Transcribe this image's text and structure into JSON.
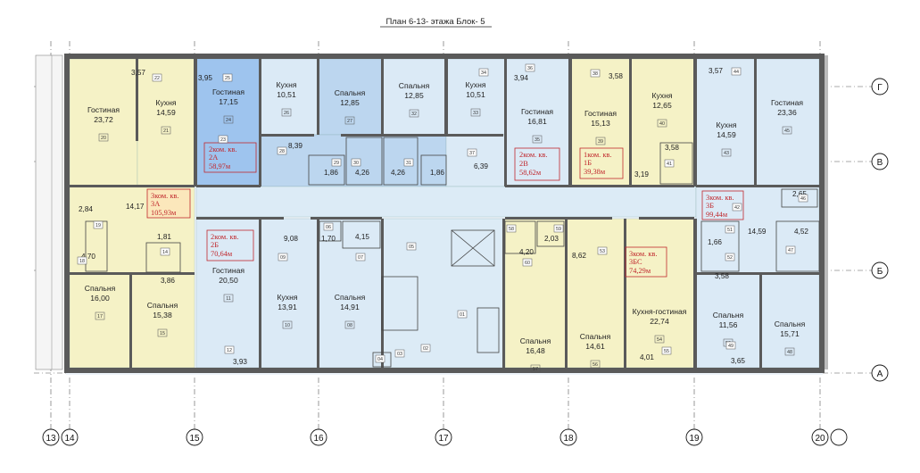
{
  "title": "План 6-13- этажа Блок- 5",
  "colors": {
    "yellow": "#f5f2c6",
    "blue_light": "#dbeaf6",
    "blue_mid": "#bcd6ef",
    "blue_strong": "#9ec4ee",
    "peach": "#fbe7bb",
    "corridor": "#dcebf6",
    "wall": "#5a5a5a",
    "apt_text": "#c0282d"
  },
  "axes": {
    "columns": [
      "13",
      "14",
      "15",
      "16",
      "17",
      "18",
      "19",
      "20"
    ],
    "rows": [
      "Г",
      "В",
      "Б",
      "А"
    ]
  },
  "apartments": [
    {
      "id": "2a",
      "lines": [
        "2ком. кв.",
        "2А",
        "58,97м"
      ]
    },
    {
      "id": "2v",
      "lines": [
        "2ком. кв.",
        "2В",
        "58,62м"
      ]
    },
    {
      "id": "1b",
      "lines": [
        "1ком. кв.",
        "1Б",
        "39,38м"
      ]
    },
    {
      "id": "3a",
      "lines": [
        "3ком. кв.",
        "3А",
        "105,93м"
      ]
    },
    {
      "id": "2b",
      "lines": [
        "2ком. кв.",
        "2Б",
        "70,64м"
      ]
    },
    {
      "id": "3bs",
      "lines": [
        "3ком. кв.",
        "3БС",
        "74,29м"
      ]
    },
    {
      "id": "3b",
      "lines": [
        "3ком. кв.",
        "3Б",
        "99,44м"
      ]
    }
  ],
  "rooms": [
    {
      "id": "r1",
      "name": "Гостиная",
      "area": "23,72",
      "code": "20"
    },
    {
      "id": "r2",
      "name": "Кухня",
      "area": "14,59",
      "code": "21"
    },
    {
      "id": "r3",
      "name": "Гостиная",
      "area": "17,15",
      "code": "24"
    },
    {
      "id": "r4",
      "name": "Кухня",
      "area": "10,51",
      "code": "26"
    },
    {
      "id": "r5",
      "name": "Спальня",
      "area": "12,85",
      "code": "27"
    },
    {
      "id": "r6",
      "name": "Спальня",
      "area": "12,85",
      "code": "32"
    },
    {
      "id": "r7",
      "name": "Кухня",
      "area": "10,51",
      "code": "33"
    },
    {
      "id": "r8",
      "name": "Гостиная",
      "area": "16,81",
      "code": "35"
    },
    {
      "id": "r9",
      "name": "Гостиная",
      "area": "15,13",
      "code": "39"
    },
    {
      "id": "r10",
      "name": "Кухня",
      "area": "12,65",
      "code": "40"
    },
    {
      "id": "r11",
      "name": "Кухня",
      "area": "14,59",
      "code": "43"
    },
    {
      "id": "r12",
      "name": "Гостиная",
      "area": "23,36",
      "code": "45"
    },
    {
      "id": "r13",
      "name": "Спальня",
      "area": "16,00",
      "code": "17"
    },
    {
      "id": "r14",
      "name": "Спальня",
      "area": "15,38",
      "code": "15"
    },
    {
      "id": "r15",
      "name": "Гостиная",
      "area": "20,50",
      "code": "11"
    },
    {
      "id": "r16",
      "name": "Кухня",
      "area": "13,91",
      "code": "10"
    },
    {
      "id": "r17",
      "name": "Спальня",
      "area": "14,91",
      "code": "08"
    },
    {
      "id": "r18",
      "name": "Спальня",
      "area": "16,48",
      "code": "57"
    },
    {
      "id": "r19",
      "name": "Спальня",
      "area": "14,61",
      "code": "56"
    },
    {
      "id": "r20",
      "name": "Кухня-гостиная",
      "area": "22,74",
      "code": "54"
    },
    {
      "id": "r21",
      "name": "Спальня",
      "area": "11,56",
      "code": "50"
    },
    {
      "id": "r22",
      "name": "Спальня",
      "area": "15,71",
      "code": "48"
    }
  ],
  "areas": [
    {
      "id": "a1",
      "v": "3,57"
    },
    {
      "id": "a2",
      "v": "3,95"
    },
    {
      "id": "a3",
      "v": "3,94"
    },
    {
      "id": "a4",
      "v": "3,58"
    },
    {
      "id": "a5",
      "v": "3,57"
    },
    {
      "id": "a6",
      "v": "8,39"
    },
    {
      "id": "a7",
      "v": "1,86"
    },
    {
      "id": "a8",
      "v": "4,26"
    },
    {
      "id": "a9",
      "v": "4,26"
    },
    {
      "id": "a10",
      "v": "1,86"
    },
    {
      "id": "a11",
      "v": "6,39"
    },
    {
      "id": "a12",
      "v": "3,58"
    },
    {
      "id": "a13",
      "v": "3,19"
    },
    {
      "id": "a14",
      "v": "2,84"
    },
    {
      "id": "a15",
      "v": "14,17"
    },
    {
      "id": "a16",
      "v": "4,70"
    },
    {
      "id": "a17",
      "v": "1,81"
    },
    {
      "id": "a18",
      "v": "3,86"
    },
    {
      "id": "a19",
      "v": "9,08"
    },
    {
      "id": "a20",
      "v": "1,70"
    },
    {
      "id": "a21",
      "v": "4,15"
    },
    {
      "id": "a22",
      "v": "3,93"
    },
    {
      "id": "a23",
      "v": "2,03"
    },
    {
      "id": "a24",
      "v": "4,20"
    },
    {
      "id": "a25",
      "v": "8,62"
    },
    {
      "id": "a26",
      "v": "4,01"
    },
    {
      "id": "a27",
      "v": "2,65"
    },
    {
      "id": "a28",
      "v": "14,59"
    },
    {
      "id": "a29",
      "v": "4,52"
    },
    {
      "id": "a30",
      "v": "1,66"
    },
    {
      "id": "a31",
      "v": "3,58"
    },
    {
      "id": "a32",
      "v": "3,65"
    }
  ],
  "codes": [
    {
      "id": "c22",
      "v": "22"
    },
    {
      "id": "c25",
      "v": "25"
    },
    {
      "id": "c34",
      "v": "34"
    },
    {
      "id": "c36",
      "v": "36"
    },
    {
      "id": "c38",
      "v": "38"
    },
    {
      "id": "c44",
      "v": "44"
    },
    {
      "id": "c23",
      "v": "23"
    },
    {
      "id": "c28",
      "v": "28"
    },
    {
      "id": "c29",
      "v": "29"
    },
    {
      "id": "c30",
      "v": "30"
    },
    {
      "id": "c31",
      "v": "31"
    },
    {
      "id": "c37",
      "v": "37"
    },
    {
      "id": "c41",
      "v": "41"
    },
    {
      "id": "c42",
      "v": "42"
    },
    {
      "id": "c46",
      "v": "46"
    },
    {
      "id": "c47",
      "v": "47"
    },
    {
      "id": "c19",
      "v": "19"
    },
    {
      "id": "c18",
      "v": "18"
    },
    {
      "id": "c14",
      "v": "14"
    },
    {
      "id": "c12",
      "v": "12"
    },
    {
      "id": "c09",
      "v": "09"
    },
    {
      "id": "c06",
      "v": "06"
    },
    {
      "id": "c07",
      "v": "07"
    },
    {
      "id": "c05",
      "v": "05"
    },
    {
      "id": "c04",
      "v": "04"
    },
    {
      "id": "c03",
      "v": "03"
    },
    {
      "id": "c02",
      "v": "02"
    },
    {
      "id": "c01",
      "v": "01"
    },
    {
      "id": "c58",
      "v": "58"
    },
    {
      "id": "c59",
      "v": "59"
    },
    {
      "id": "c60",
      "v": "60"
    },
    {
      "id": "c53",
      "v": "53"
    },
    {
      "id": "c55",
      "v": "55"
    },
    {
      "id": "c51",
      "v": "51"
    },
    {
      "id": "c52",
      "v": "52"
    },
    {
      "id": "c49",
      "v": "49"
    }
  ]
}
